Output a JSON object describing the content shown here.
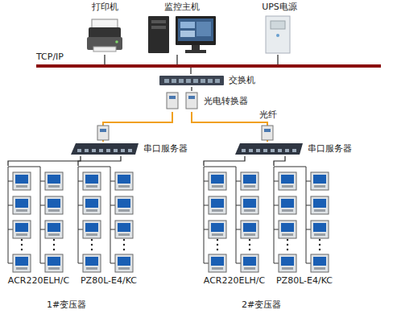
{
  "diagram": {
    "nodes": [
      {
        "text": [
          "打印机"
        ]
      },
      {
        "text": [
          "监控主机"
        ]
      },
      {
        "text": [
          "UPS电源"
        ]
      },
      {
        "text": [
          "TCP/IP"
        ]
      },
      {
        "text": [
          "交换机"
        ]
      },
      {
        "text": [
          "光电转换器"
        ]
      },
      {
        "text": [
          "串口服务器"
        ]
      },
      {
        "text": [
          "串口服务器"
        ]
      },
      {
        "text": [
          "ACR220ELH/C"
        ]
      },
      {
        "text": [
          "PZ80L-E4/KC"
        ]
      },
      {
        "text": [
          "ACR220ELH/C"
        ]
      },
      {
        "text": [
          "PZ80L-E4/KC"
        ]
      }
    ],
    "edges": [
      {
        "from": 0,
        "to": 3,
        "arrow": "none"
      },
      {
        "from": 1,
        "to": 3,
        "arrow": "none"
      },
      {
        "from": 2,
        "to": 3,
        "arrow": "none"
      },
      {
        "from": 3,
        "to": 4,
        "arrow": "none"
      },
      {
        "from": 4,
        "to": 5,
        "arrow": "none"
      },
      {
        "from": 5,
        "to": 6,
        "arrow": "none"
      },
      {
        "from": 5,
        "to": 7,
        "label": "光纤",
        "arrow": "none"
      },
      {
        "from": 6,
        "to": 8,
        "arrow": "none"
      },
      {
        "from": 6,
        "to": 9,
        "arrow": "none"
      },
      {
        "from": 7,
        "to": 10,
        "arrow": "none"
      },
      {
        "from": 7,
        "to": 11,
        "arrow": "none"
      }
    ],
    "labels": [
      "1#变压器",
      "2#变压器"
    ]
  }
}
